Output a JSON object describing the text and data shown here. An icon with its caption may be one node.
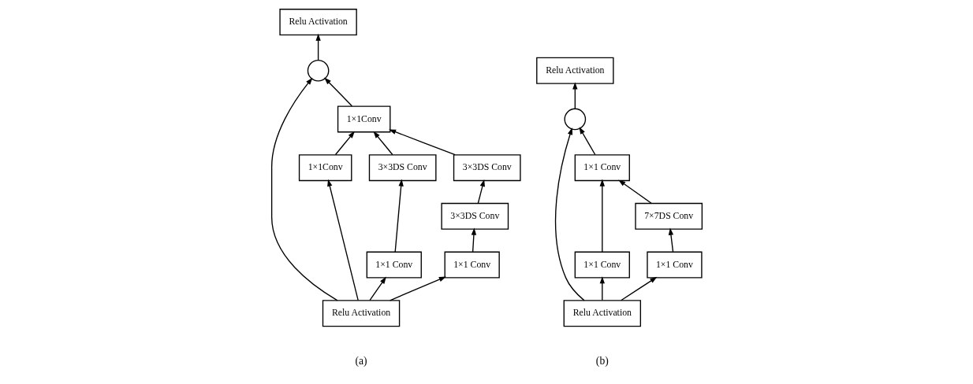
{
  "diagram": {
    "nodes": [
      {
        "text": [
          "Relu Activation"
        ]
      },
      {
        "text": [],
        "shape": "circle"
      },
      {
        "text": [
          "1×1Conv"
        ]
      },
      {
        "text": [
          "3×3DS Conv"
        ]
      },
      {
        "text": [
          "1×1Conv"
        ]
      },
      {
        "text": [
          "3×3DS Conv"
        ]
      },
      {
        "text": [
          "3×3DS Conv"
        ]
      },
      {
        "text": [
          "1×1 Conv"
        ]
      },
      {
        "text": [
          "1×1 Conv"
        ]
      },
      {
        "text": [
          "Relu Activation"
        ]
      },
      {
        "text": [
          "Relu Activation"
        ]
      },
      {
        "text": [],
        "shape": "circle"
      },
      {
        "text": [
          "1×1 Conv"
        ]
      },
      {
        "text": [
          "7×7DS Conv"
        ]
      },
      {
        "text": [
          "1×1 Conv"
        ]
      },
      {
        "text": [
          "1×1 Conv"
        ]
      },
      {
        "text": [
          "Relu Activation"
        ]
      }
    ],
    "edges": [
      {
        "from": 1,
        "to": 0,
        "arrow": "to"
      },
      {
        "from": 2,
        "to": 1,
        "arrow": "to"
      },
      {
        "from": 9,
        "to": 1,
        "arrow": "to"
      },
      {
        "from": 3,
        "to": 2,
        "arrow": "to"
      },
      {
        "from": 4,
        "to": 2,
        "arrow": "to"
      },
      {
        "from": 5,
        "to": 2,
        "arrow": "to"
      },
      {
        "from": 7,
        "to": 5,
        "arrow": "to"
      },
      {
        "from": 6,
        "to": 3,
        "arrow": "to"
      },
      {
        "from": 8,
        "to": 6,
        "arrow": "to"
      },
      {
        "from": 9,
        "to": 4,
        "arrow": "to"
      },
      {
        "from": 9,
        "to": 7,
        "arrow": "to"
      },
      {
        "from": 9,
        "to": 8,
        "arrow": "to"
      },
      {
        "from": 11,
        "to": 10,
        "arrow": "to"
      },
      {
        "from": 12,
        "to": 11,
        "arrow": "to"
      },
      {
        "from": 16,
        "to": 11,
        "arrow": "to"
      },
      {
        "from": 14,
        "to": 12,
        "arrow": "to"
      },
      {
        "from": 13,
        "to": 12,
        "arrow": "to"
      },
      {
        "from": 15,
        "to": 13,
        "arrow": "to"
      },
      {
        "from": 16,
        "to": 14,
        "arrow": "to"
      },
      {
        "from": 16,
        "to": 15,
        "arrow": "to"
      }
    ],
    "labels": [
      "(a)",
      "(b)"
    ]
  }
}
